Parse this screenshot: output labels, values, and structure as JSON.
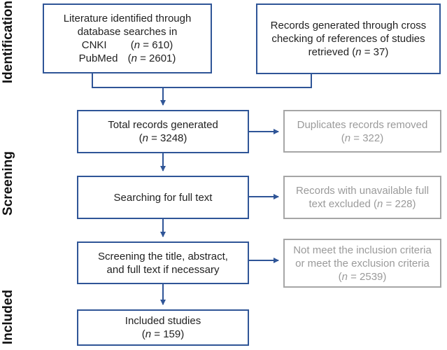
{
  "stages": {
    "identification": "Identification",
    "screening": "Screening",
    "included": "Included"
  },
  "n_symbol": "n",
  "boxes": {
    "database": {
      "line1": "Literature identified through",
      "line2": "database searches in",
      "cnki_label": "CNKI",
      "cnki_count": " = 610)",
      "pubmed_label": "PubMed",
      "pubmed_count": " = 2601)"
    },
    "crosscheck": {
      "line1": "Records generated through cross",
      "line2": "checking of references of studies",
      "line3_prefix": "retrieved (",
      "count": " = 37)"
    },
    "total": {
      "line1": "Total records generated",
      "count": " = 3248)"
    },
    "duplicates": {
      "line1": "Duplicates records removed",
      "count": " = 322)"
    },
    "fulltext": {
      "line1": "Searching for full text"
    },
    "unavailable": {
      "line1": "Records with unavailable full",
      "line2_prefix": "text excluded (",
      "count": " = 228)"
    },
    "screening": {
      "line1": "Screening the title, abstract,",
      "line2": "and full text if necessary"
    },
    "criteria": {
      "line1": "Not meet the inclusion criteria",
      "line2": "or meet the exclusion criteria",
      "count": " = 2539)"
    },
    "included": {
      "line1": "Included studies",
      "count": " = 159)"
    }
  },
  "colors": {
    "box_border": "#2f5597",
    "excluded_border": "#a6a6a6",
    "excluded_text": "#9a9a9a",
    "arrow": "#2f5597"
  }
}
